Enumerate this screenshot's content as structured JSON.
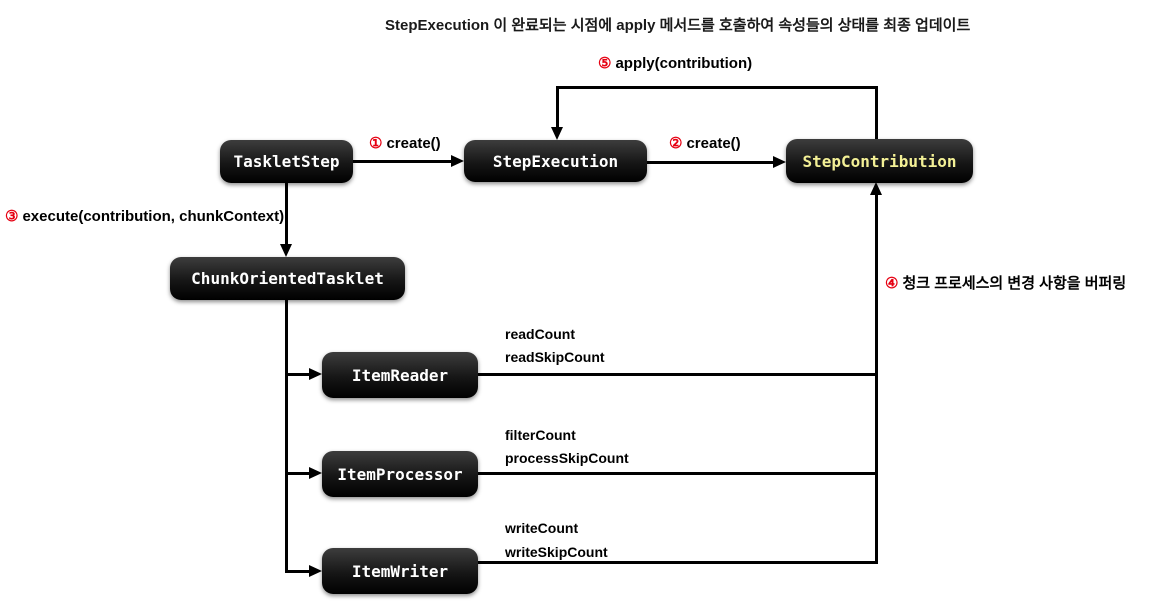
{
  "title": "StepExecution 이 완료되는 시점에 apply 메서드를 호출하여 속성들의 상태를 최종 업데이트",
  "colors": {
    "accent_red": "#e60012",
    "box_background": "#141414",
    "box_text": "#ffffff",
    "step_contribution_text": "#f3f096",
    "line_color": "#000000"
  },
  "boxes": {
    "tasklet_step": {
      "label": "TaskletStep"
    },
    "step_execution": {
      "label": "StepExecution"
    },
    "step_contribution": {
      "label": "StepContribution"
    },
    "chunk_oriented_tasklet": {
      "label": "ChunkOrientedTasklet"
    },
    "item_reader": {
      "label": "ItemReader"
    },
    "item_processor": {
      "label": "ItemProcessor"
    },
    "item_writer": {
      "label": "ItemWriter"
    }
  },
  "labels": {
    "step1": {
      "num": "①",
      "text": "create()"
    },
    "step2": {
      "num": "②",
      "text": "create()"
    },
    "step3": {
      "num": "③",
      "text": "execute(contribution, chunkContext)"
    },
    "step4": {
      "num": "④",
      "text": "청크 프로세스의 변경 사항을 버퍼링"
    },
    "step5": {
      "num": "⑤",
      "text": "apply(contribution)"
    }
  },
  "metrics": {
    "read_count": "readCount",
    "read_skip_count": "readSkipCount",
    "filter_count": "filterCount",
    "process_skip_count": "processSkipCount",
    "write_count": "writeCount",
    "write_skip_count": "writeSkipCount"
  }
}
